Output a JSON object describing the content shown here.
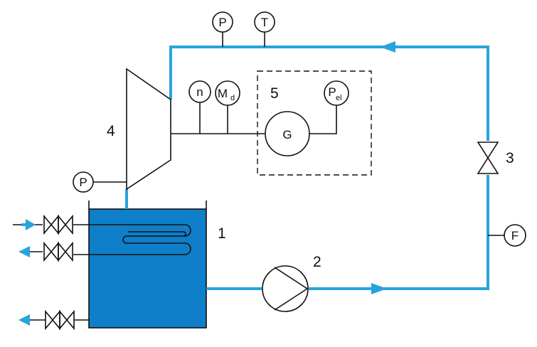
{
  "colors": {
    "pipe": "#29A3DD",
    "water": "#0E7FC8",
    "line": "#111111"
  },
  "components": {
    "tank": "1",
    "pump": "2",
    "valve": "3",
    "turbine": "4",
    "generator_box": "5"
  },
  "instruments": {
    "pressure_top": "P",
    "temperature_top": "T",
    "pressure_turbine": "P",
    "speed": "n",
    "torque_main": "M",
    "torque_sub": "d",
    "flow": "F",
    "power_main": "P",
    "power_sub": "el"
  },
  "generator": "G"
}
